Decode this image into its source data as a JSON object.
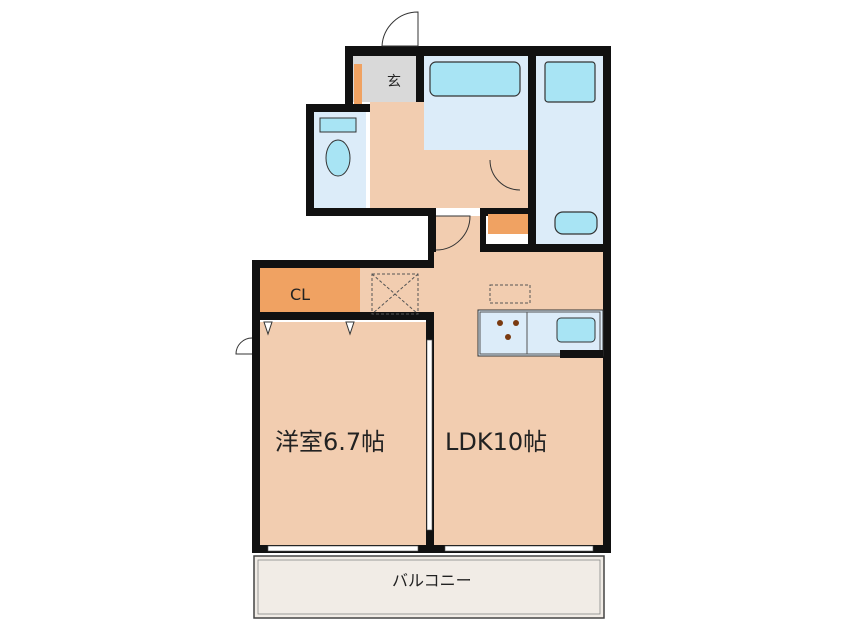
{
  "floor_plan": {
    "rooms": {
      "entrance": "玄",
      "closet": "CL",
      "western_room": "洋室6.7帖",
      "ldk": "LDK10帖",
      "balcony": "バルコニー"
    },
    "colors": {
      "floor": "#f2cdb0",
      "wet_area": "#dcecf9",
      "fixture": "#a8e4f4",
      "storage": "#f0a262",
      "entrance": "#d9d9d9",
      "balcony": "#f1ece6",
      "wall": "#111111"
    }
  }
}
